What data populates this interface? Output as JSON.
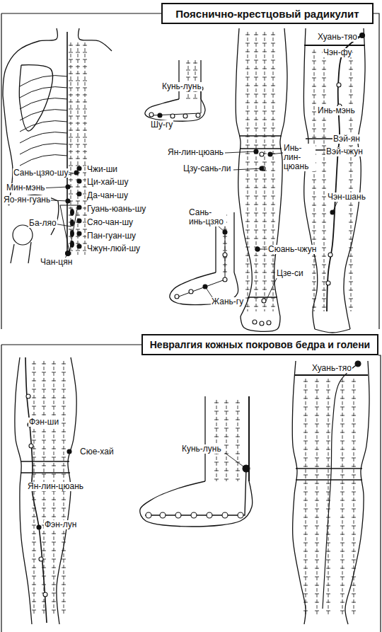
{
  "diagram": {
    "nodes": [
      {
        "text": [
          "Пояснично-крестцовый радикулит"
        ]
      },
      {
        "text": [
          "Невралгия кожных покровов бедра и голени"
        ]
      }
    ],
    "labels": [
      "Хуань-тяо",
      "Чэн-фу",
      "Кунь-лунь",
      "Шу-гу",
      "Сань-цзяо-шу",
      "Чжи-ши",
      "Мин-мэнь",
      "Ци-хай-шу",
      "Яо-ян-гуань",
      "Да-чан-шу",
      "Гуань-юань-шу",
      "Ба-ляо",
      "Сяо-чан-шу",
      "Пан-гуан-шу",
      "Чжун-люй-шу",
      "Чан-цян",
      "Инь-мэнь",
      "Ян-лин-цюань",
      "Инь- лин- цюань",
      "Цзу-сань-ли",
      "Вэй-ян",
      "Вэй-чжун",
      "Сань- инь-цзяо",
      "Чэн-шань",
      "Сюань-чжун",
      "Цзе-си",
      "Жань-гу",
      "Хуань-тяо",
      "Фэн-ши",
      "Сюе-хай",
      "Ян-лин-цюань",
      "Кунь-лунь",
      "Фэн-лун"
    ]
  }
}
